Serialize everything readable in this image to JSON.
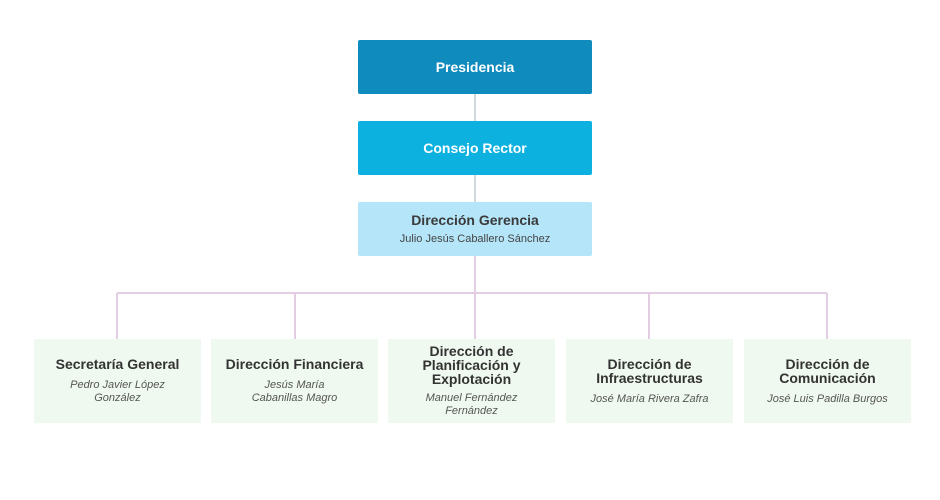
{
  "org_chart": {
    "presidencia": {
      "title": "Presidencia"
    },
    "consejo": {
      "title": "Consejo Rector"
    },
    "gerencia": {
      "title": "Dirección Gerencia",
      "person": "Julio Jesús Caballero Sánchez"
    },
    "departments": [
      {
        "title": "Secretaría General",
        "person_line1": "Pedro Javier López",
        "person_line2": "González"
      },
      {
        "title": "Dirección Financiera",
        "person_line1": "Jesús María",
        "person_line2": "Cabanillas Magro"
      },
      {
        "title_line1": "Dirección de",
        "title_line2": "Planificación y",
        "title_line3": "Explotación",
        "person_line1": "Manuel Fernández",
        "person_line2": "Fernández"
      },
      {
        "title_line1": "Dirección de",
        "title_line2": "Infraestructuras",
        "person_line1": "José María Rivera Zafra"
      },
      {
        "title_line1": "Dirección de",
        "title_line2": "Comunicación",
        "person_line1": "José Luis Padilla Burgos"
      }
    ]
  },
  "colors": {
    "presidencia": "#0f8bbd",
    "consejo": "#0db1e0",
    "gerencia": "#b4e5f8",
    "department": "#eff9ef",
    "connector_vertical": "#cfd8dc",
    "connector_branch": "#e3cde3"
  }
}
